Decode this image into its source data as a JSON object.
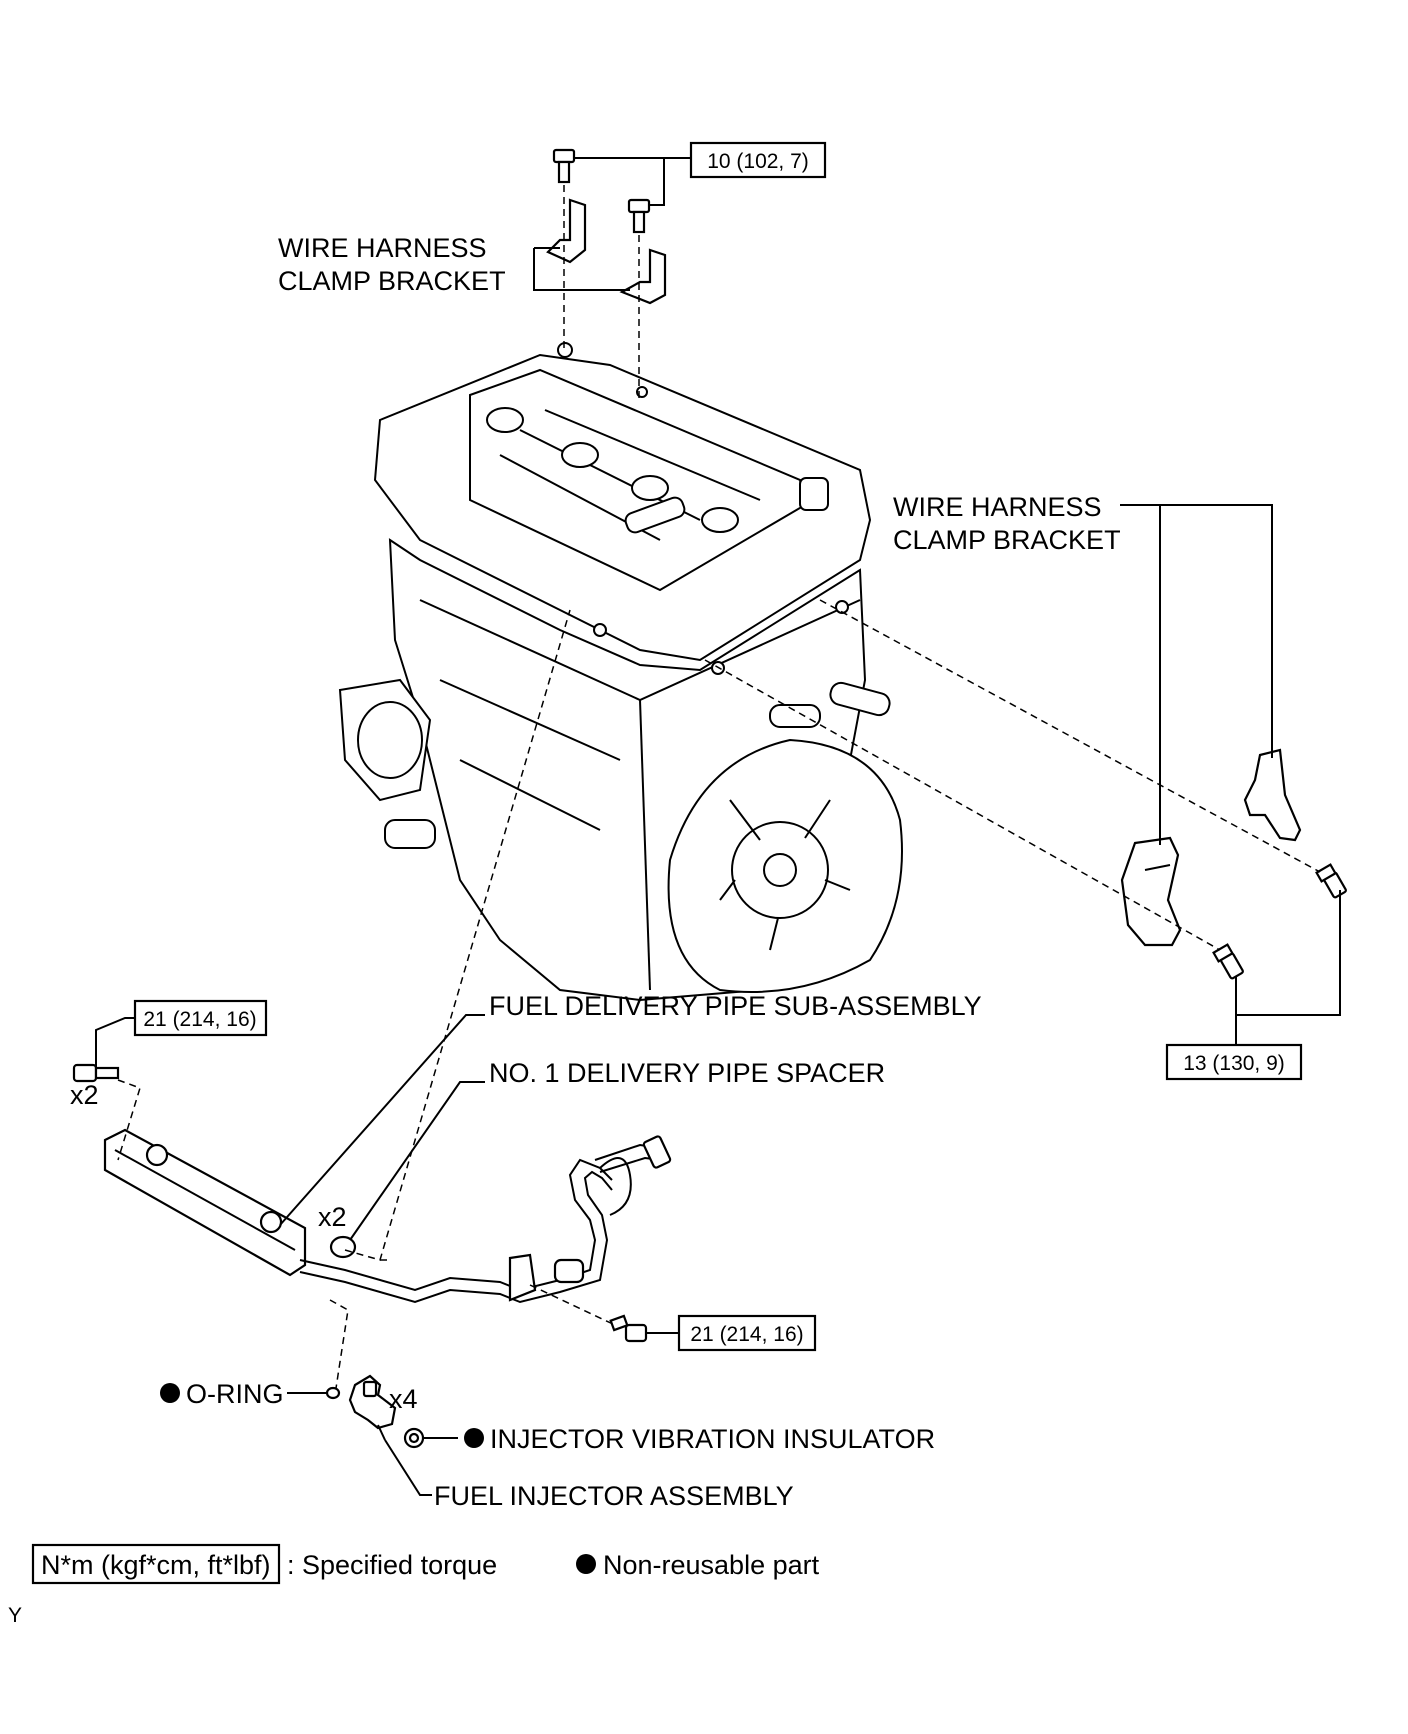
{
  "labels": {
    "wire_harness_bracket_top": [
      "WIRE HARNESS",
      "CLAMP BRACKET"
    ],
    "wire_harness_bracket_right": [
      "WIRE HARNESS",
      "CLAMP BRACKET"
    ],
    "fuel_delivery_pipe": "FUEL DELIVERY PIPE SUB-ASSEMBLY",
    "delivery_pipe_spacer": "NO. 1 DELIVERY PIPE SPACER",
    "o_ring": "O-RING",
    "injector_vibration_insulator": "INJECTOR VIBRATION INSULATOR",
    "fuel_injector_assembly": "FUEL INJECTOR ASSEMBLY"
  },
  "quantities": {
    "delivery_pipe_bolts": "x2",
    "spacers": "x2",
    "injectors": "x4"
  },
  "torques": {
    "bracket_top": "10 (102, 7)",
    "bracket_right": "13 (130, 9)",
    "delivery_pipe_bolt": "21 (214, 16)",
    "fuel_pipe_clamp_bolt": "21 (214, 16)"
  },
  "legend": {
    "torque_unit": "N*m (kgf*cm, ft*lbf)",
    "torque_text": ": Specified torque",
    "non_reusable_text": "Non-reusable part"
  },
  "corner_code": "Y"
}
